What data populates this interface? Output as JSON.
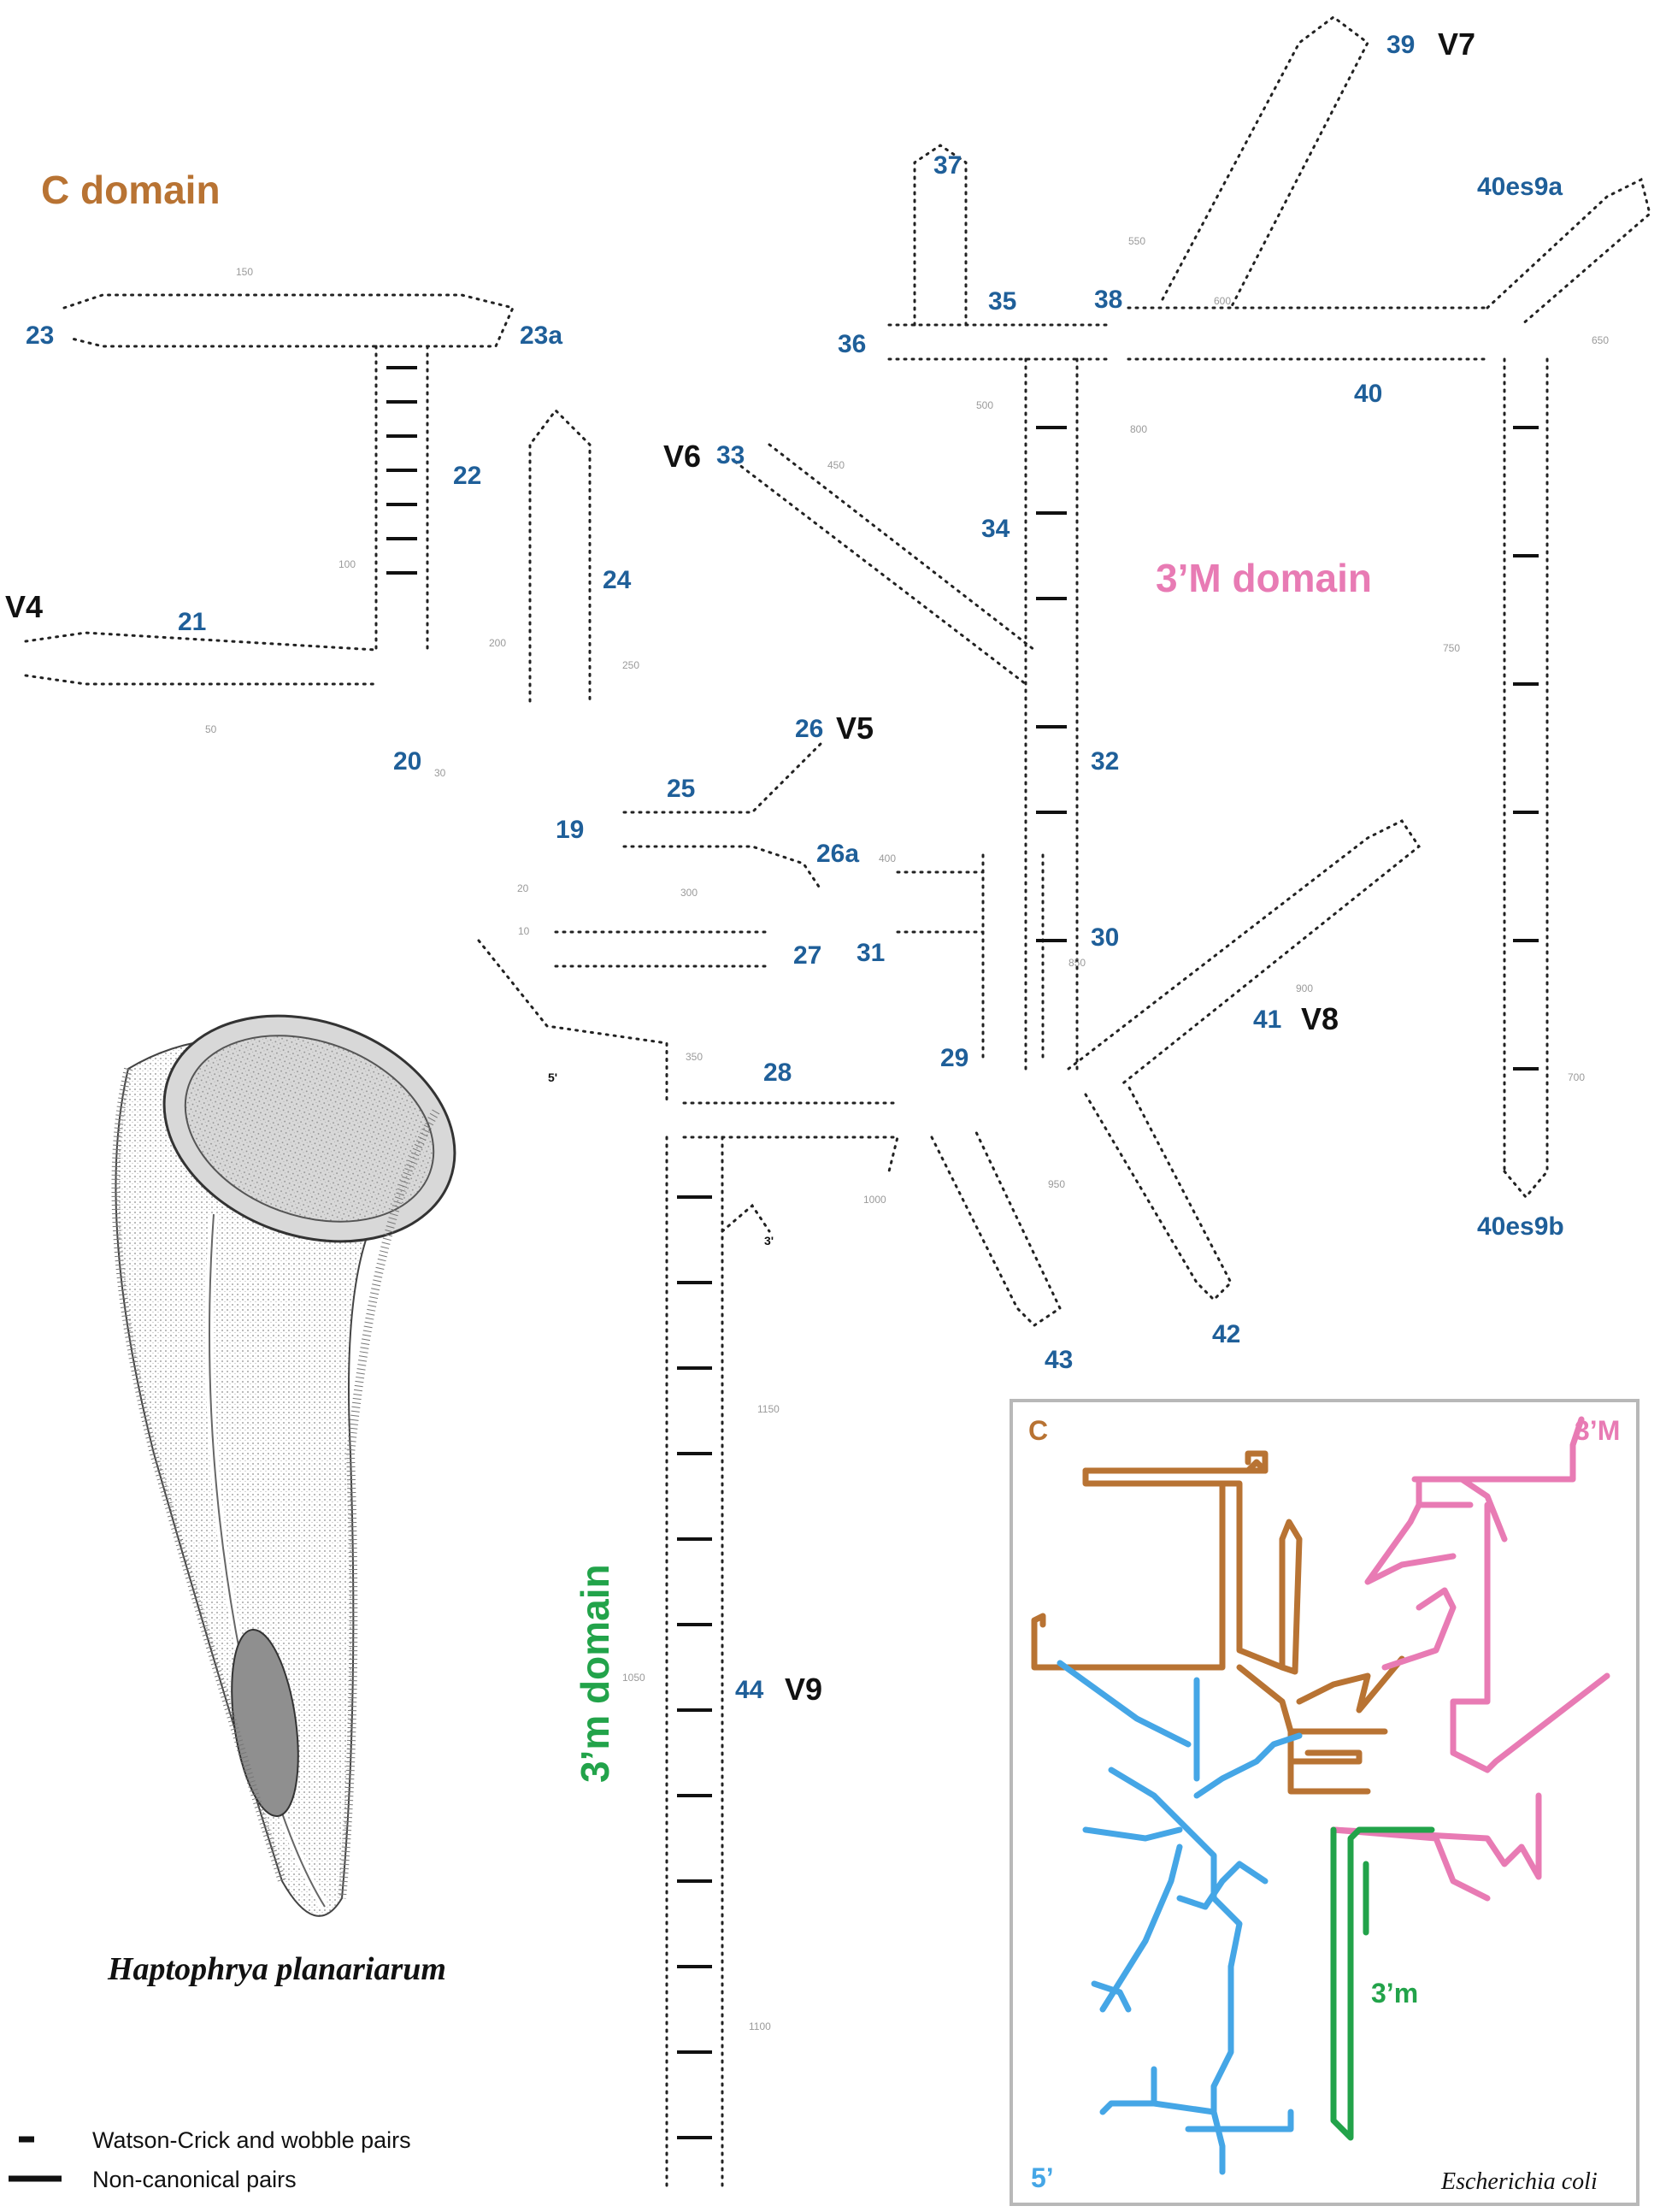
{
  "domain_labels": {
    "c_domain": "C domain",
    "three_prime_M_domain": "3’M domain",
    "three_prime_m_domain": "3’m domain"
  },
  "colors": {
    "c_domain": "#b87333",
    "three_prime_M_domain": "#e87bb4",
    "three_prime_m_domain": "#22a34a",
    "five_prime_domain": "#45a6e6",
    "helix_number": "#1f5f99",
    "variable_region": "#111111",
    "inset_border": "#b8b8b8"
  },
  "helix_numbers": [
    "19",
    "20",
    "21",
    "22",
    "23",
    "23a",
    "24",
    "25",
    "26",
    "26a",
    "27",
    "28",
    "29",
    "30",
    "31",
    "32",
    "33",
    "34",
    "35",
    "36",
    "37",
    "38",
    "39",
    "40",
    "40es9a",
    "40es9b",
    "41",
    "42",
    "43",
    "44"
  ],
  "variable_regions": [
    "V4",
    "V5",
    "V6",
    "V7",
    "V8",
    "V9"
  ],
  "position_markers": [
    "10",
    "20",
    "30",
    "50",
    "100",
    "150",
    "200",
    "250",
    "300",
    "350",
    "400",
    "450",
    "500",
    "550",
    "600",
    "650",
    "700",
    "750",
    "800",
    "850",
    "900",
    "950",
    "1000",
    "1050",
    "1100",
    "1150"
  ],
  "terminal_labels": {
    "five_prime": "5'",
    "three_prime": "3'"
  },
  "species": {
    "name": "Haptophrya planariarum"
  },
  "legend": {
    "items": [
      {
        "label": "Watson-Crick and wobble pairs",
        "style": "short-bar"
      },
      {
        "label": "Non-canonical pairs",
        "style": "long-bar"
      }
    ]
  },
  "inset": {
    "species": "Escherichia coli",
    "labels": {
      "c": "C",
      "three_prime_M": "3’M",
      "three_prime_m": "3’m",
      "five_prime": "5’"
    }
  }
}
